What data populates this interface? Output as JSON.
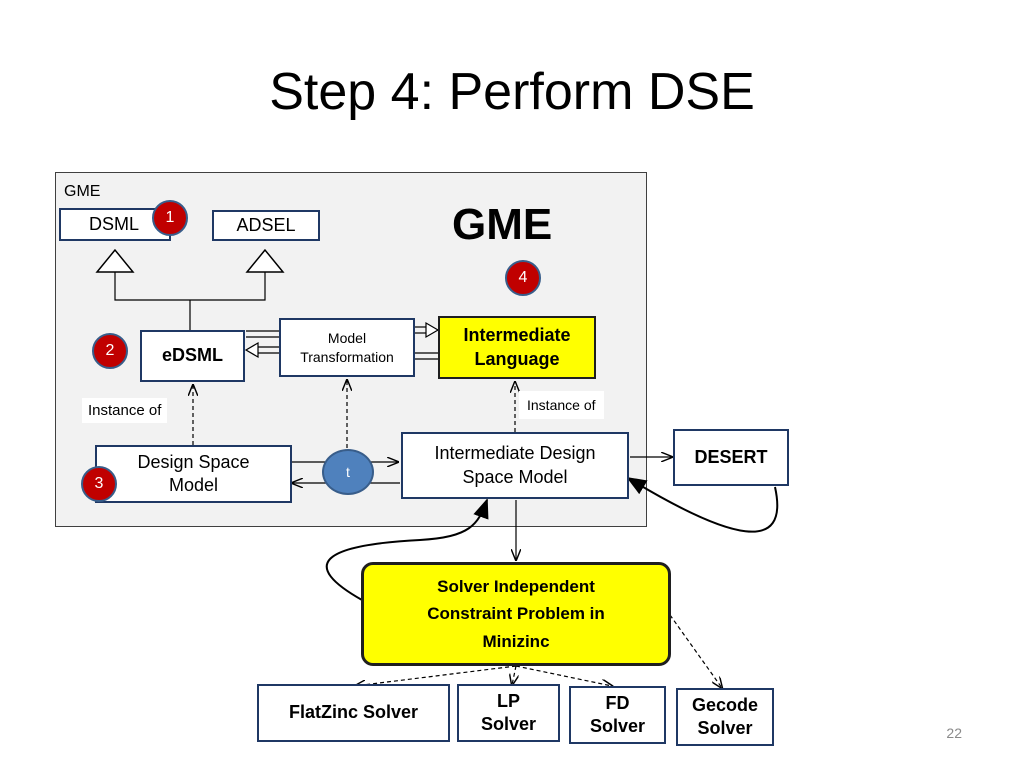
{
  "slide": {
    "title": "Step 4: Perform DSE",
    "page_number": "22"
  },
  "gme": {
    "corner_label": "GME",
    "big_label": "GME"
  },
  "nodes": {
    "dsml": "DSML",
    "adsel": "ADSEL",
    "edsml": "eDSML",
    "model_transformation": "Model Transformation",
    "intermediate_language": "Intermediate Language",
    "design_space_model": "Design Space Model",
    "intermediate_design_space_model": "Intermediate Design Space Model",
    "desert": "DESERT",
    "solver_independent": "Solver Independent Constraint Problem in Minizinc",
    "flatzinc_solver": "FlatZinc Solver",
    "lp_solver": "LP Solver",
    "fd_solver": "FD Solver",
    "gecode_solver": "Gecode Solver"
  },
  "edge_labels": {
    "instance_of_left": "Instance of",
    "instance_of_right": "Instance of",
    "t_circle": "t"
  },
  "badges": [
    "1",
    "2",
    "3",
    "4"
  ],
  "colors": {
    "badge_red": "#c00000",
    "highlight_yellow": "#ffff00",
    "box_border": "#1f3864",
    "t_circle": "#4f81bd"
  }
}
